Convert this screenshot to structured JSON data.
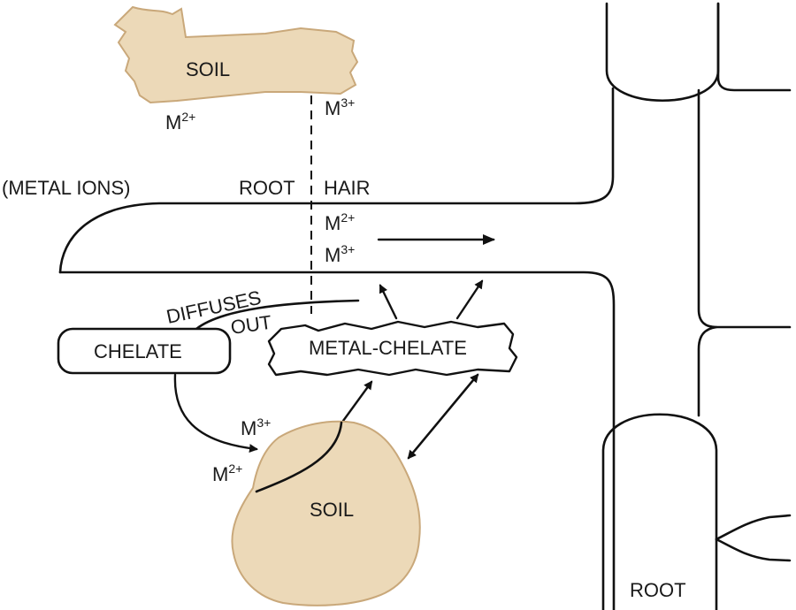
{
  "colors": {
    "soil_fill": "#ecd9b8",
    "soil_outline": "#c9a87a",
    "line": "#111111",
    "text": "#1a1a1a"
  },
  "labels": {
    "soil_top": "SOIL",
    "soil_bottom": "SOIL",
    "metal_ions": "(METAL IONS)",
    "root_left": "ROOT",
    "hair": "HAIR",
    "diffuses": "DIFFUSES",
    "out": "OUT",
    "chelate": "CHELATE",
    "metal_chelate": "METAL-CHELATE",
    "root_bottom": "ROOT"
  },
  "ions": {
    "m": "M",
    "two_plus": "2+",
    "three_plus": "3+"
  }
}
